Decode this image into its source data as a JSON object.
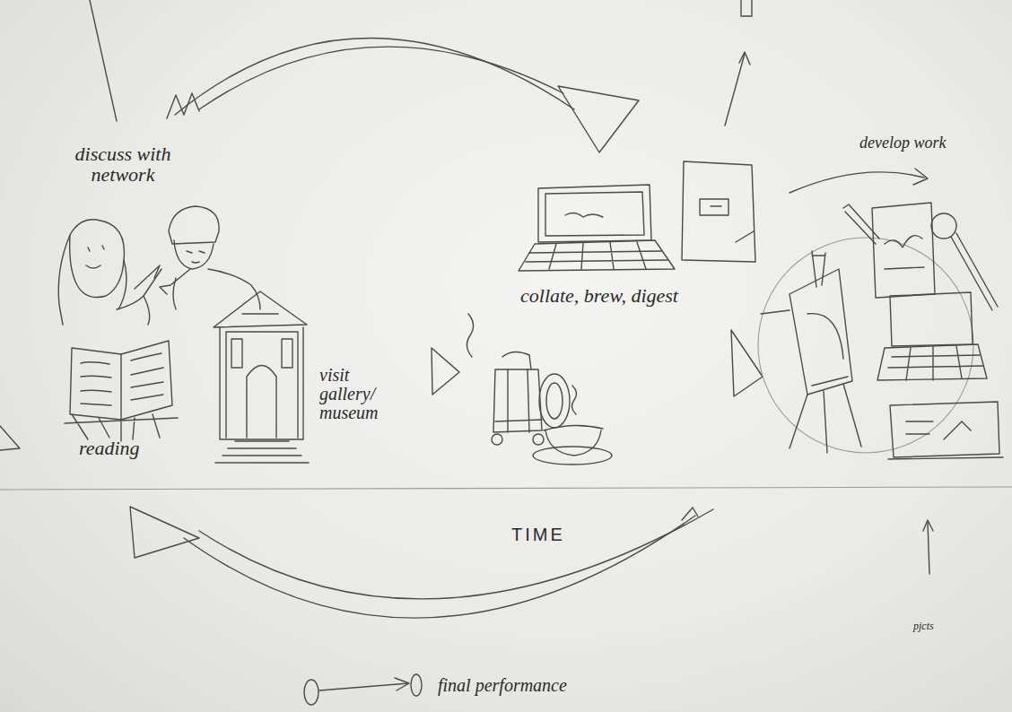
{
  "diagram": {
    "labels": [
      "discuss with network",
      "reading",
      "visit gallery/ museum",
      "collate, brew, digest",
      "develop work",
      "TIME",
      "final performance",
      "pjcts"
    ]
  }
}
